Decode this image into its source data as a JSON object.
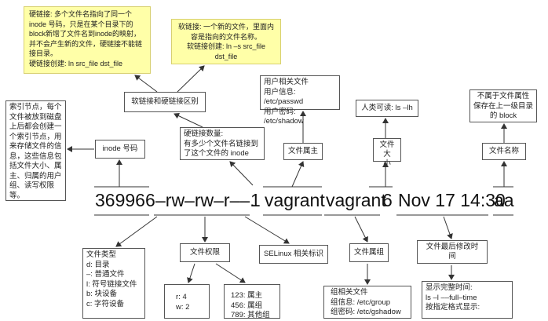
{
  "notes": {
    "hardlink": "硬链接: 多个文件名指向了同一个 inode 号码，只是在某个目录下的 block新增了文件名到inode的映射，并不会产生新的文件，硬链接不能链接目录。\n硬链接创建: ln src_file dst_file",
    "softlink": "软链接: 一个新的文件，里面内容是指向的文件名称。\n软链接创建: ln –s src_file dst_file"
  },
  "boxes": {
    "diff": "软链接和硬链接区别",
    "inode_desc": "索引节点，每个文件被放到磁盘上后都会创建一个索引节点，用来存储文件的信息，这些信息包括文件大小、属主、归属的用户组、读写权限等。",
    "inode_num": "inode 号码",
    "hardlink_count": "硬链接数量:\n有多少个文件名链接到了这个文件的 inode",
    "user_info": "用户相关文件\n用户信息: /etc/passwd\n用户密码: /etc/shadow",
    "owner": "文件属主",
    "readable": "人类可读: ls –lh",
    "size": "文件大\n小",
    "not_attr": "不属于文件属性\n保存在上一级目录\n的 block",
    "filename": "文件名称",
    "filetype": "文件类型\nd: 目录\n–: 普通文件\nl: 符号链接文件\nb: 块设备\nc: 字符设备",
    "perm": "文件权限",
    "perm_rw": "r: 4\nw: 2",
    "perm_own": "123: 属主\n456: 属组\n789: 其他组",
    "selinux": "SELinux 相关标识",
    "group": "文件属组",
    "group_info": "组相关文件\n组信息: /etc/group\n组密码: /etc/gshadow",
    "mtime": "文件最后修改时\n间",
    "time_info": "显示完整时间:\nls –l ––full–time\n按指定格式显示:"
  },
  "ls_line": {
    "inode": "369966",
    "perms": "–rw–rw–r––.",
    "links": "1",
    "owner": "vagrant",
    "group": "vagrant",
    "size": "6",
    "date": "Nov 17 14:30",
    "name": "aa"
  }
}
